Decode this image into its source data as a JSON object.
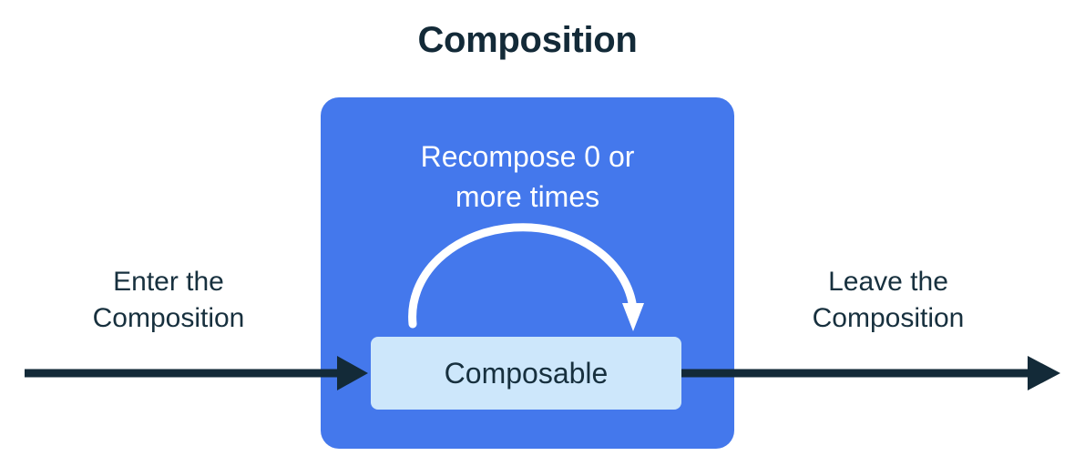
{
  "title": "Composition",
  "captions": {
    "enter": {
      "line1": "Enter the",
      "line2": "Composition"
    },
    "leave": {
      "line1": "Leave the",
      "line2": "Composition"
    }
  },
  "composition_box": {
    "recompose_label": {
      "line1": "Recompose 0 or",
      "line2": "more times"
    },
    "composable_label": "Composable"
  },
  "colors": {
    "background": "#ffffff",
    "composition_blue": "#4478EC",
    "composable_light_blue": "#CDE7FB",
    "text_dark_navy": "#17303E",
    "title_navy": "#132A38",
    "arrow_dark": "#132A38",
    "recompose_arrow_white": "#FFFFFF"
  },
  "icons": {
    "enter_arrow": "arrow-right-icon",
    "leave_arrow": "arrow-right-icon",
    "recompose_arrow": "loop-arrow-icon"
  }
}
